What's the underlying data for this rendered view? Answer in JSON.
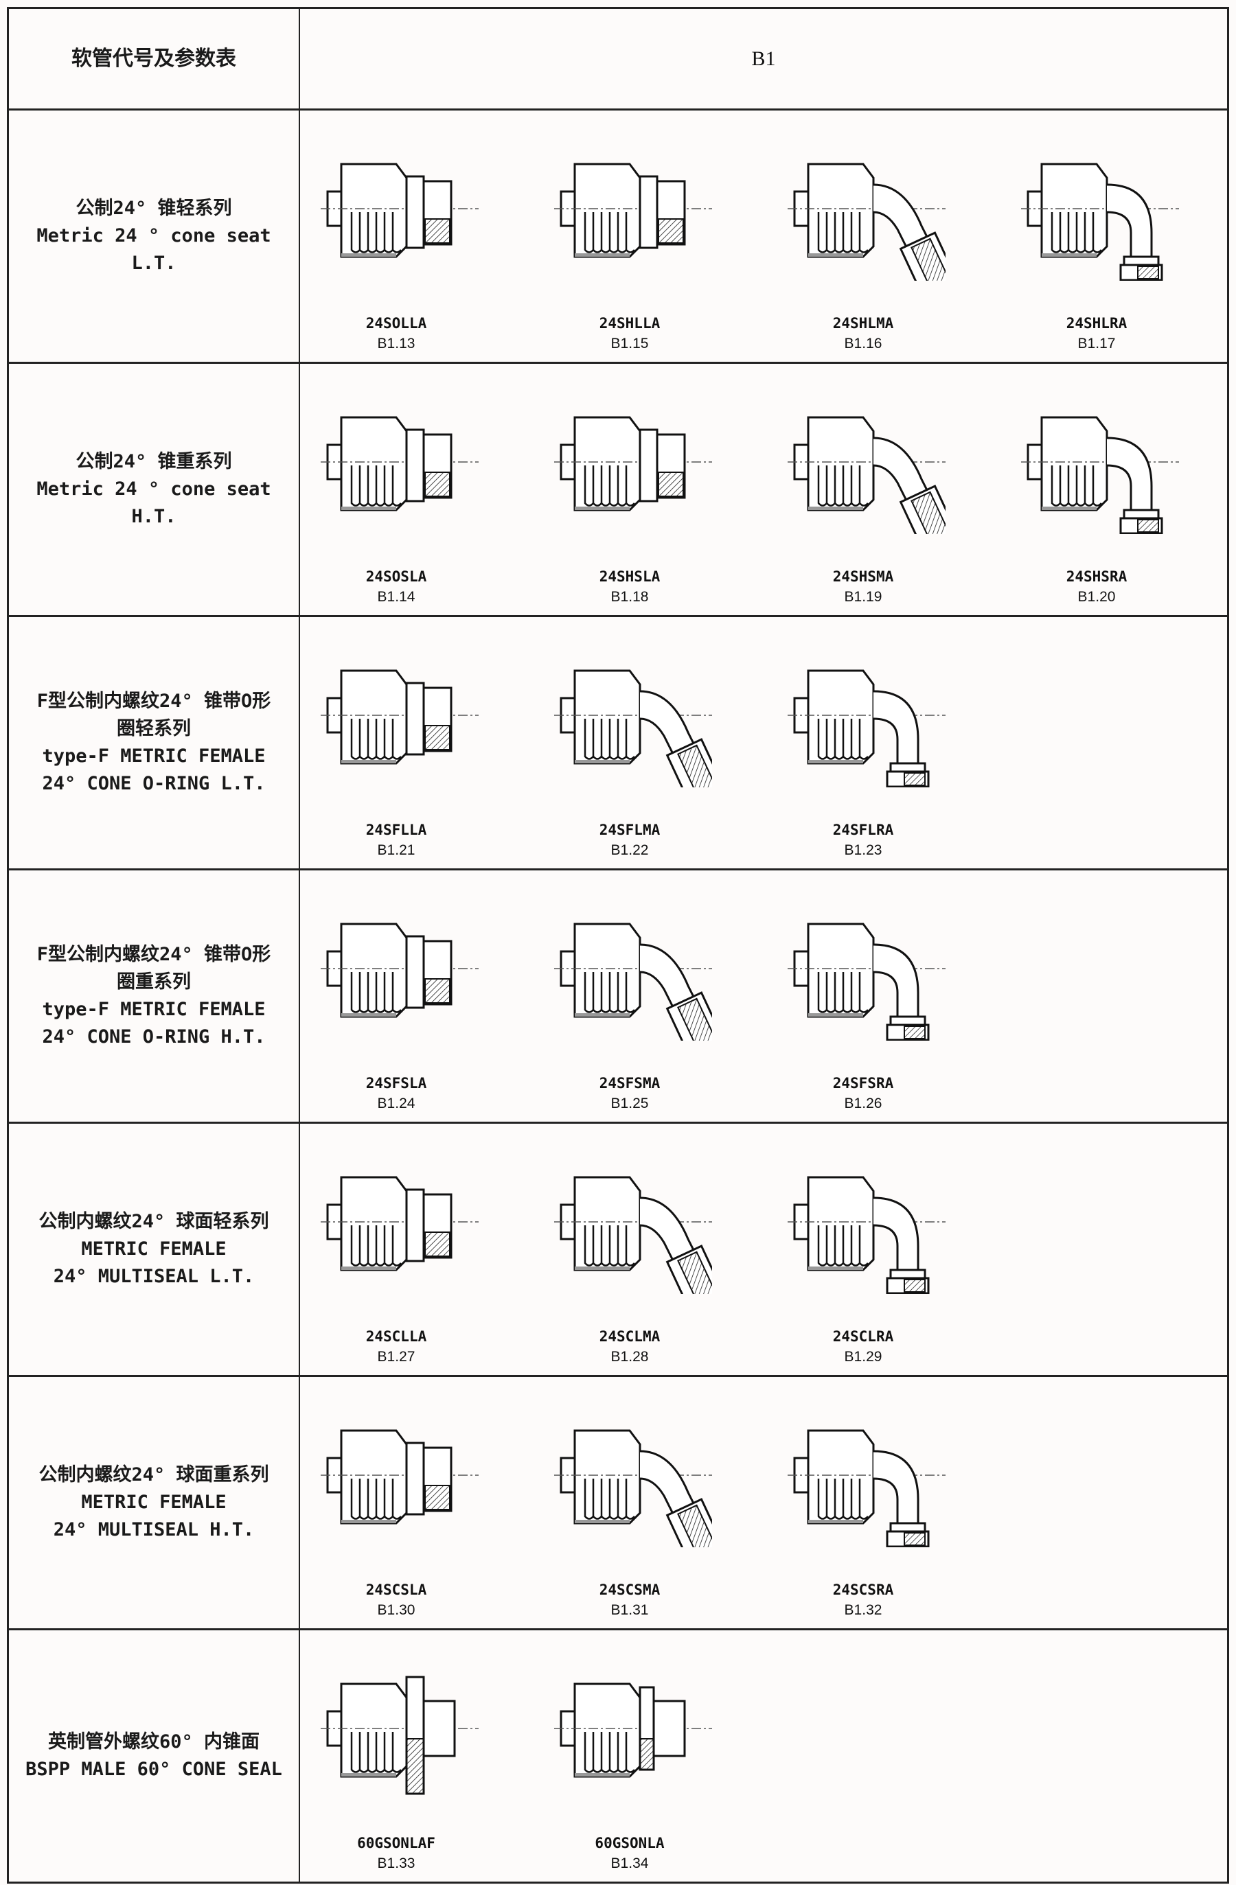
{
  "header": {
    "title": "软管代号及参数表",
    "series": "B1"
  },
  "rows": [
    {
      "lines": [
        "公制24° 锥轻系列",
        "Metric 24 ° cone seat",
        "L.T."
      ],
      "items": [
        {
          "code": "24SOLLA",
          "num": "B1.13",
          "icon": "straight-fitting"
        },
        {
          "code": "24SHLLA",
          "num": "B1.15",
          "icon": "straight-fitting"
        },
        {
          "code": "24SHLMA",
          "num": "B1.16",
          "icon": "elbow-45-fitting"
        },
        {
          "code": "24SHLRA",
          "num": "B1.17",
          "icon": "elbow-90-fitting"
        }
      ]
    },
    {
      "lines": [
        "公制24° 锥重系列",
        "Metric 24 ° cone seat",
        "H.T."
      ],
      "items": [
        {
          "code": "24SOSLA",
          "num": "B1.14",
          "icon": "straight-fitting"
        },
        {
          "code": "24SHSLA",
          "num": "B1.18",
          "icon": "straight-fitting"
        },
        {
          "code": "24SHSMA",
          "num": "B1.19",
          "icon": "elbow-45-fitting"
        },
        {
          "code": "24SHSRA",
          "num": "B1.20",
          "icon": "elbow-90-fitting"
        }
      ]
    },
    {
      "lines": [
        "F型公制内螺纹24° 锥带O形",
        "圈轻系列",
        "type-F METRIC FEMALE",
        "24° CONE O-RING L.T."
      ],
      "items": [
        {
          "code": "24SFLLA",
          "num": "B1.21",
          "icon": "straight-fitting"
        },
        {
          "code": "24SFLMA",
          "num": "B1.22",
          "icon": "elbow-45-fitting"
        },
        {
          "code": "24SFLRA",
          "num": "B1.23",
          "icon": "elbow-90-fitting"
        }
      ]
    },
    {
      "lines": [
        "F型公制内螺纹24° 锥带O形",
        "圈重系列",
        "type-F METRIC FEMALE",
        "24° CONE O-RING H.T."
      ],
      "items": [
        {
          "code": "24SFSLA",
          "num": "B1.24",
          "icon": "straight-fitting"
        },
        {
          "code": "24SFSMA",
          "num": "B1.25",
          "icon": "elbow-45-fitting"
        },
        {
          "code": "24SFSRA",
          "num": "B1.26",
          "icon": "elbow-90-fitting"
        }
      ]
    },
    {
      "lines": [
        "公制内螺纹24° 球面轻系列",
        "METRIC FEMALE",
        "24° MULTISEAL L.T."
      ],
      "items": [
        {
          "code": "24SCLLA",
          "num": "B1.27",
          "icon": "straight-fitting"
        },
        {
          "code": "24SCLMA",
          "num": "B1.28",
          "icon": "elbow-45-fitting"
        },
        {
          "code": "24SCLRA",
          "num": "B1.29",
          "icon": "elbow-90-fitting"
        }
      ]
    },
    {
      "lines": [
        "公制内螺纹24° 球面重系列",
        "METRIC FEMALE",
        "24° MULTISEAL H.T."
      ],
      "items": [
        {
          "code": "24SCSLA",
          "num": "B1.30",
          "icon": "straight-fitting"
        },
        {
          "code": "24SCSMA",
          "num": "B1.31",
          "icon": "elbow-45-fitting"
        },
        {
          "code": "24SCSRA",
          "num": "B1.32",
          "icon": "elbow-90-fitting"
        }
      ]
    },
    {
      "lines": [
        "英制管外螺纹60° 内锥面",
        "BSPP MALE 60° CONE SEAL"
      ],
      "items": [
        {
          "code": "60GSONLAF",
          "num": "B1.33",
          "icon": "male-flange-fitting"
        },
        {
          "code": "60GSONLA",
          "num": "B1.34",
          "icon": "male-fitting"
        }
      ]
    }
  ]
}
